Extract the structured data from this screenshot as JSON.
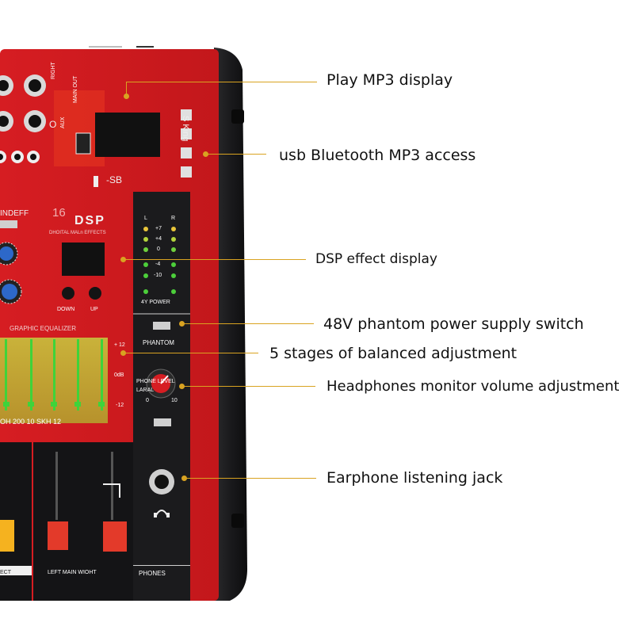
{
  "callouts": [
    {
      "text": "Play MP3 display"
    },
    {
      "text": "usb Bluetooth MP3 access"
    },
    {
      "text": "DSP effect display"
    },
    {
      "text": "48V phantom power supply switch"
    },
    {
      "text": "5 stages of balanced adjustment"
    },
    {
      "text": "Headphones monitor volume adjustment"
    },
    {
      "text": "Earphone listening jack"
    }
  ],
  "panel": {
    "sking": "S King",
    "sb": "-SB",
    "indeff": "INDEFF",
    "dsp_num": "16",
    "dsp_logo": "DSP",
    "dsp_sub": "DHOITAL MALn EFFECTS",
    "down": "DOWN",
    "up": "UP",
    "graphic_eq": "GRAPHIC EQUALIZER",
    "eq_freq": "OH 200 10 SKH 12",
    "eq_p12": "+ 12",
    "eq_0db": "0dB",
    "eq_m12": "-12",
    "vu_l": "L",
    "vu_r": "R",
    "vu_levels": [
      "+7",
      "+4",
      "0",
      "-4",
      "-10"
    ],
    "power": "4Y POWER",
    "phantom": "PHANTOM",
    "phone_level": "PHONE LEVEL",
    "laral": "LARAL",
    "knob_0": "0",
    "knob_10": "10",
    "phones": "PHONES",
    "fader_label": "LEFT MAIN WIOHT",
    "effect": "ECT",
    "right": "RIGHT",
    "main_out": "MAIN OUT",
    "aux": "AUX",
    "zero": "O"
  },
  "colors": {
    "panel_red": "#cf1a1e",
    "dark_strip": "#1b1b1d",
    "callout_line": "#d9a321",
    "eq_green": "#3fd33a"
  }
}
